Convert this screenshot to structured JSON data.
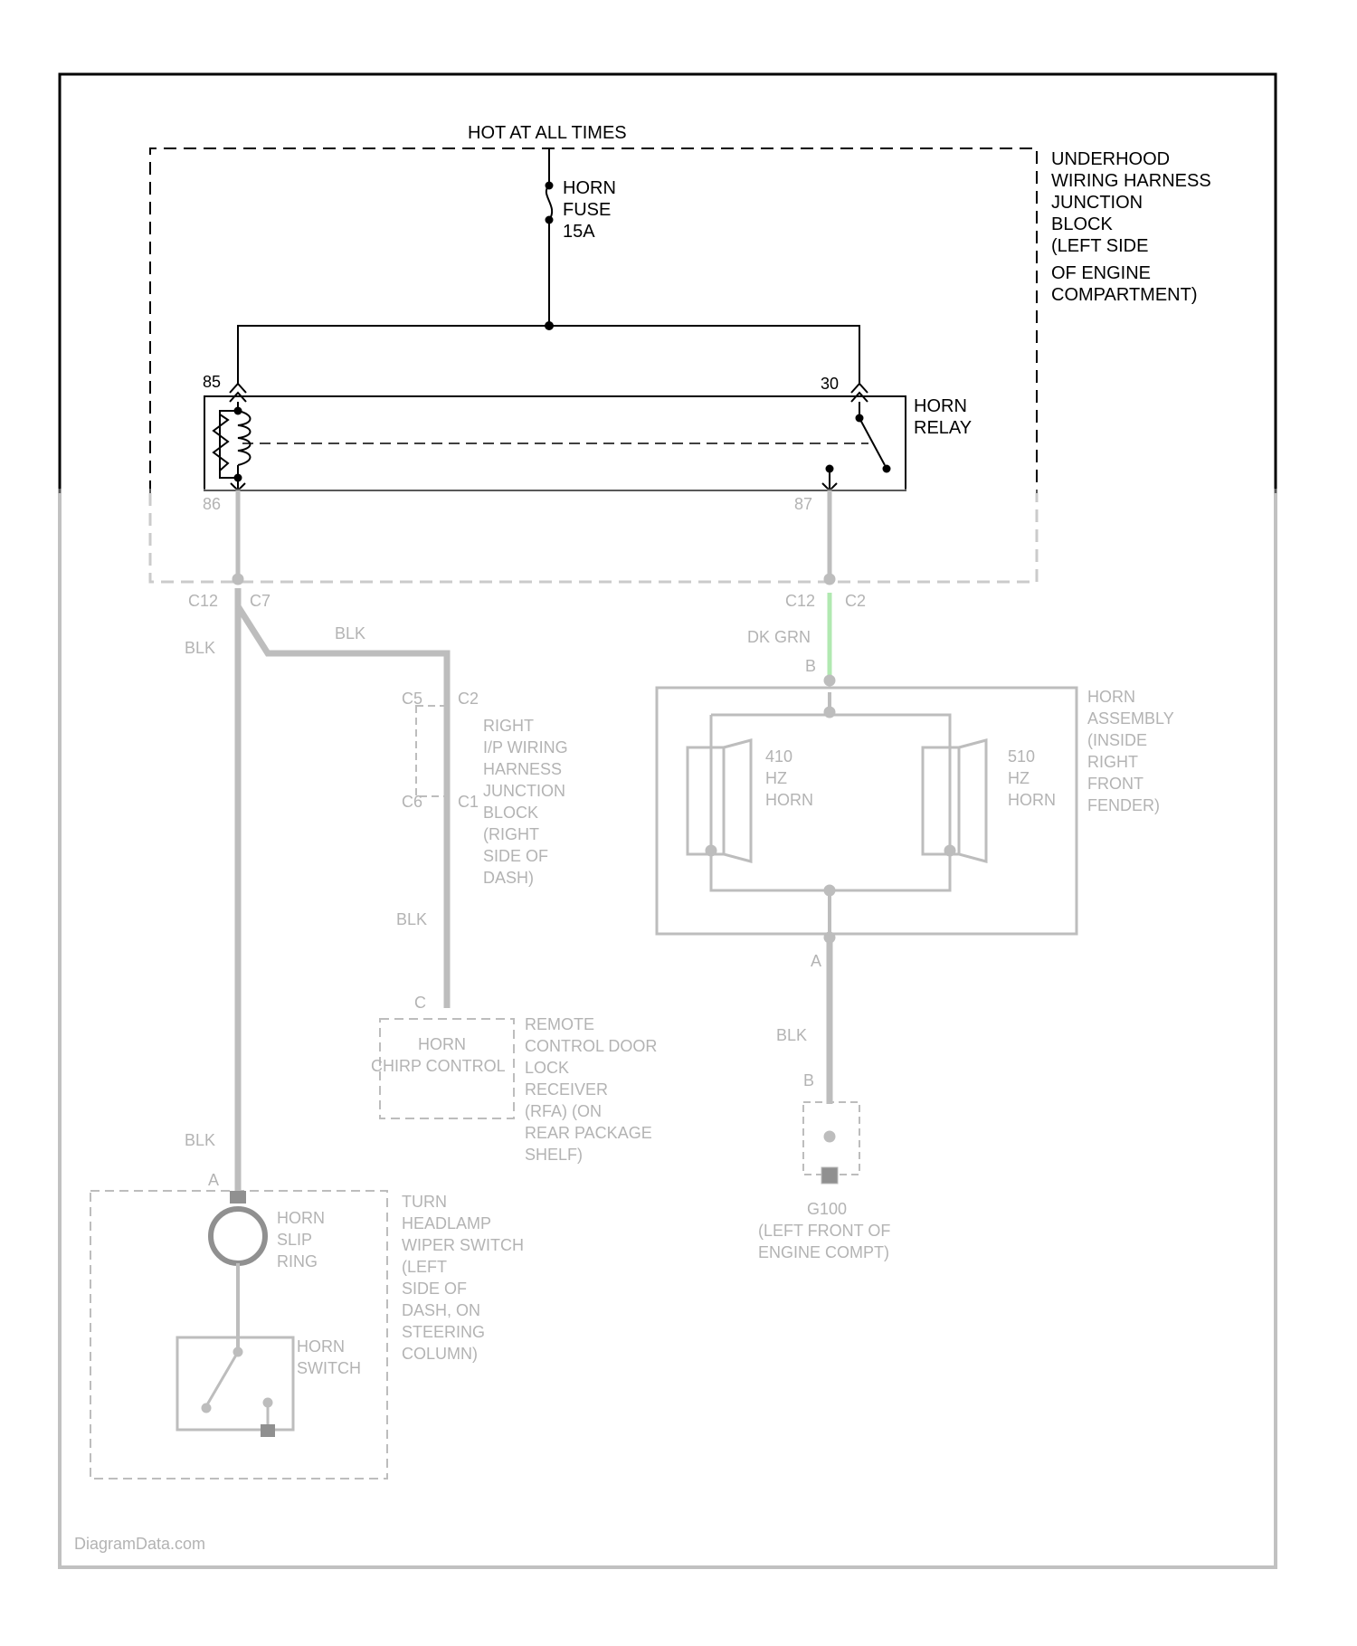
{
  "supply": {
    "hot_label": "HOT AT ALL TIMES",
    "fuse": [
      "HORN",
      "FUSE",
      "15A"
    ]
  },
  "junction_block": {
    "lines": [
      "UNDERHOOD",
      "WIRING HARNESS",
      "JUNCTION",
      "BLOCK",
      "(LEFT SIDE",
      "OF ENGINE",
      "COMPARTMENT)"
    ]
  },
  "relay": {
    "label": [
      "HORN",
      "RELAY"
    ],
    "pin_left_top": "85",
    "pin_right_top": "30",
    "pin_left_bottom": "86",
    "pin_right_bottom": "87"
  },
  "connectors": {
    "left": [
      "C12",
      "C7"
    ],
    "right": [
      "C12",
      "C2"
    ],
    "right_pin": "B"
  },
  "wires": {
    "blk_1": "BLK",
    "blk_2": "BLK",
    "blk_3": "BLK",
    "blk_4": "BLK",
    "dk_grn": "DK GRN",
    "blk_ground": "BLK"
  },
  "ip_block": {
    "conn_top": [
      "C5",
      "C2"
    ],
    "conn_bottom": [
      "C6",
      "C1"
    ],
    "lines": [
      "RIGHT",
      "I/P WIRING",
      "HARNESS",
      "JUNCTION",
      "BLOCK",
      "(RIGHT",
      "SIDE OF",
      "DASH)"
    ]
  },
  "rcdlr": {
    "pin": "C",
    "inner": [
      "HORN",
      "CHIRP CONTROL"
    ],
    "lines": [
      "REMOTE",
      "CONTROL DOOR",
      "LOCK",
      "RECEIVER",
      "(RFA) (ON",
      "REAR PACKAGE",
      "SHELF)"
    ]
  },
  "horn_assembly": {
    "lines": [
      "HORN",
      "ASSEMBLY",
      "(INSIDE",
      "RIGHT",
      "FRONT",
      "FENDER)"
    ],
    "low_horn": [
      "410",
      "HZ",
      "HORN"
    ],
    "high_horn": [
      "510",
      "HZ",
      "HORN"
    ],
    "pin_bottom": "A"
  },
  "ground": {
    "pin": "B",
    "label": [
      "G100",
      "(LEFT FRONT OF",
      "ENGINE COMPT)"
    ]
  },
  "switch_assembly": {
    "pin": "A",
    "slip_ring": [
      "HORN",
      "SLIP",
      "RING"
    ],
    "switch": [
      "HORN",
      "SWITCH"
    ],
    "lines": [
      "TURN",
      "HEADLAMP",
      "WIPER SWITCH",
      "(LEFT",
      "SIDE OF",
      "DASH, ON",
      "STEERING",
      "COLUMN)"
    ]
  },
  "watermark": "DiagramData.com",
  "colors": {
    "line": "#000000",
    "blurred_line": "#9a9a9a",
    "green_wire": "#88dd88"
  }
}
